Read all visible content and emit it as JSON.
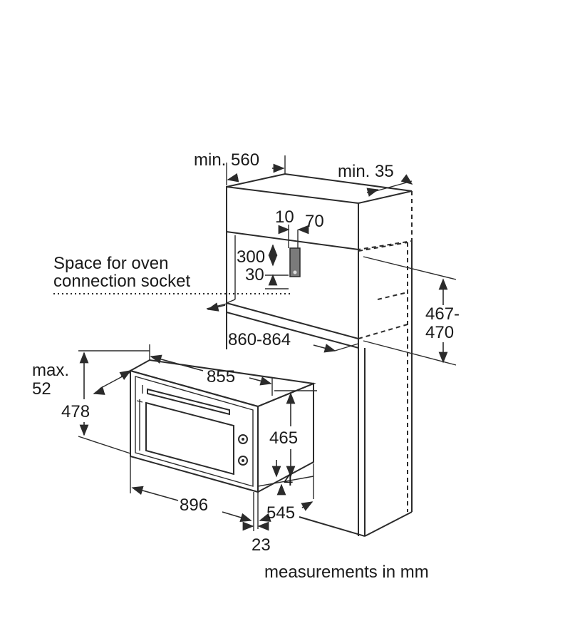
{
  "labels": {
    "min_width": "min. 560",
    "min_back": "min. 35",
    "socket_10": "10",
    "socket_70": "70",
    "socket_300": "300",
    "socket_30": "30",
    "socket_line1": "Space for oven",
    "socket_line2": "connection socket",
    "niche_width": "860-864",
    "niche_height_1": "467-",
    "niche_height_2": "470",
    "max_1": "max.",
    "max_2": "52",
    "oven_height": "478",
    "oven_inner_width": "855",
    "oven_inner_height": "465",
    "oven_gap": "4",
    "oven_width": "896",
    "oven_depth": "545",
    "panel_thickness": "23",
    "units_note": "measurements in mm"
  },
  "colors": {
    "line": "#2b2b2b",
    "text": "#1a1a1a",
    "socket": "#7a7a7a"
  }
}
